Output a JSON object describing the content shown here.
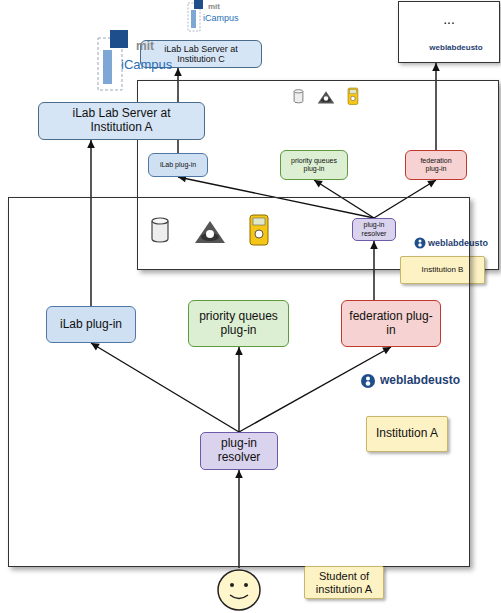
{
  "diagram": {
    "nodes": [
      {
        "text": [
          "iLab Lab Server at Institution C"
        ]
      },
      {
        "text": [
          "...",
          "weblabdeusto"
        ]
      },
      {
        "text": [
          "weblabdeusto"
        ]
      },
      {
        "text": [
          "iLab plug-in"
        ],
        "in": 2
      },
      {
        "text": [
          "priority queues plug-in"
        ],
        "in": 2
      },
      {
        "text": [
          "federation plug-in"
        ],
        "in": 2
      },
      {
        "text": [
          "plug-in resolver"
        ],
        "in": 2
      },
      {
        "text": [
          "Institution B"
        ],
        "in": 2
      },
      {
        "text": [
          "iLab Lab Server at Institution A"
        ]
      },
      {
        "text": [
          "weblabdeusto"
        ]
      },
      {
        "text": [
          "iLab plug-in"
        ],
        "in": 9
      },
      {
        "text": [
          "priority queues plug-in"
        ],
        "in": 9
      },
      {
        "text": [
          "federation plug-in"
        ],
        "in": 9
      },
      {
        "text": [
          "plug-in resolver"
        ],
        "in": 9
      },
      {
        "text": [
          "Institution A"
        ],
        "in": 9
      },
      {
        "text": [
          "Student of institution A"
        ]
      }
    ],
    "edges": [
      {
        "from": 15,
        "to": 13,
        "arrow": "to"
      },
      {
        "from": 13,
        "to": 10,
        "arrow": "to"
      },
      {
        "from": 13,
        "to": 11,
        "arrow": "to"
      },
      {
        "from": 13,
        "to": 12,
        "arrow": "to"
      },
      {
        "from": 10,
        "to": 8,
        "arrow": "to"
      },
      {
        "from": 12,
        "to": 6,
        "arrow": "to"
      },
      {
        "from": 6,
        "to": 3,
        "arrow": "to"
      },
      {
        "from": 6,
        "to": 4,
        "arrow": "to"
      },
      {
        "from": 6,
        "to": 5,
        "arrow": "to"
      },
      {
        "from": 3,
        "to": 0,
        "arrow": "to"
      },
      {
        "from": 5,
        "to": 1,
        "arrow": "to"
      }
    ],
    "labels": [
      "mit",
      "iCampus",
      "mit",
      "iCampus"
    ]
  }
}
